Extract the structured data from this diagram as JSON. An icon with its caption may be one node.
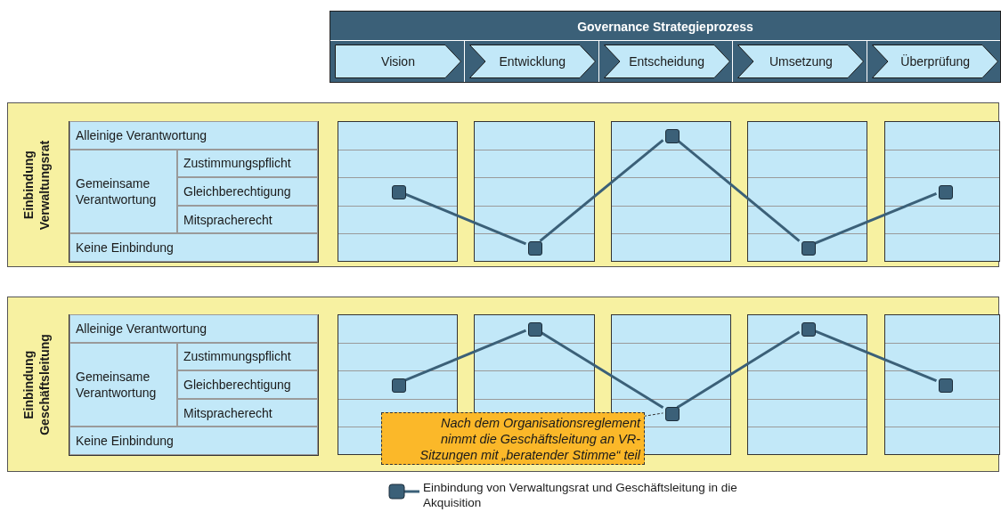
{
  "diagram": {
    "nodes": [
      {
        "text": [
          "Governance Strategieprozess"
        ]
      },
      {
        "text": [
          "Vision"
        ],
        "in": 0
      },
      {
        "text": [
          "Entwicklung"
        ],
        "in": 0
      },
      {
        "text": [
          "Entscheidung"
        ],
        "in": 0
      },
      {
        "text": [
          "Umsetzung"
        ],
        "in": 0
      },
      {
        "text": [
          "Überprüfung"
        ],
        "in": 0
      },
      {
        "text": [
          "Einbindung Verwaltungsrat"
        ]
      },
      {
        "text": [
          "Alleinige Verantwortung"
        ],
        "in": 6
      },
      {
        "text": [
          "Gemeinsame Verantwortung"
        ],
        "in": 6
      },
      {
        "text": [
          "Zustimmungspflicht"
        ],
        "in": 6
      },
      {
        "text": [
          "Gleichberechtigung"
        ],
        "in": 6
      },
      {
        "text": [
          "Mitspracherecht"
        ],
        "in": 6
      },
      {
        "text": [
          "Keine Einbindung"
        ],
        "in": 6
      },
      {
        "text": [],
        "shape": "box",
        "in": 6
      },
      {
        "text": [],
        "shape": "box",
        "in": 6
      },
      {
        "text": [],
        "shape": "box",
        "in": 6
      },
      {
        "text": [],
        "shape": "box",
        "in": 6
      },
      {
        "text": [],
        "shape": "box",
        "in": 6
      },
      {
        "text": [],
        "shape": "box",
        "in": 13
      },
      {
        "text": [],
        "shape": "box",
        "in": 14
      },
      {
        "text": [],
        "shape": "box",
        "in": 15
      },
      {
        "text": [],
        "shape": "box",
        "in": 16
      },
      {
        "text": [],
        "shape": "box",
        "in": 17
      },
      {
        "text": [
          "Einbindung Geschäftsleitung"
        ]
      },
      {
        "text": [
          "Alleinige Verantwortung"
        ],
        "in": 23
      },
      {
        "text": [
          "Gemeinsame Verantwortung"
        ],
        "in": 23
      },
      {
        "text": [
          "Zustimmungspflicht"
        ],
        "in": 23
      },
      {
        "text": [
          "Gleichberechtigung"
        ],
        "in": 23
      },
      {
        "text": [
          "Mitspracherecht"
        ],
        "in": 23
      },
      {
        "text": [
          "Keine Einbindung"
        ],
        "in": 23
      },
      {
        "text": [],
        "shape": "box",
        "in": 23
      },
      {
        "text": [],
        "shape": "box",
        "in": 23
      },
      {
        "text": [],
        "shape": "box",
        "in": 23
      },
      {
        "text": [],
        "shape": "box",
        "in": 23
      },
      {
        "text": [],
        "shape": "box",
        "in": 23
      },
      {
        "text": [],
        "shape": "box",
        "in": 30
      },
      {
        "text": [],
        "shape": "box",
        "in": 31
      },
      {
        "text": [],
        "shape": "box",
        "in": 32
      },
      {
        "text": [],
        "shape": "box",
        "in": 33
      },
      {
        "text": [],
        "shape": "box",
        "in": 34
      },
      {
        "text": [
          "Nach dem Organisationsreglement nimmt die Geschäftsleitung an VR-Sitzungen mit „beratender Stimme“ teil"
        ],
        "in": 23
      }
    ],
    "edges": [
      {
        "from": 18,
        "to": 19,
        "arrow": "none"
      },
      {
        "from": 19,
        "to": 20,
        "arrow": "none"
      },
      {
        "from": 20,
        "to": 21,
        "arrow": "none"
      },
      {
        "from": 21,
        "to": 22,
        "arrow": "none"
      },
      {
        "from": 35,
        "to": 36,
        "arrow": "none"
      },
      {
        "from": 36,
        "to": 37,
        "arrow": "none"
      },
      {
        "from": 37,
        "to": 38,
        "arrow": "none"
      },
      {
        "from": 38,
        "to": 39,
        "arrow": "none"
      },
      {
        "from": 40,
        "to": 37,
        "arrow": "none",
        "style": "dashed",
        "color": "#333333"
      }
    ],
    "legend": [
      {
        "text": "Einbindung von Verwaltungsrat und Geschäftsleitung in die Akquisition"
      }
    ]
  }
}
